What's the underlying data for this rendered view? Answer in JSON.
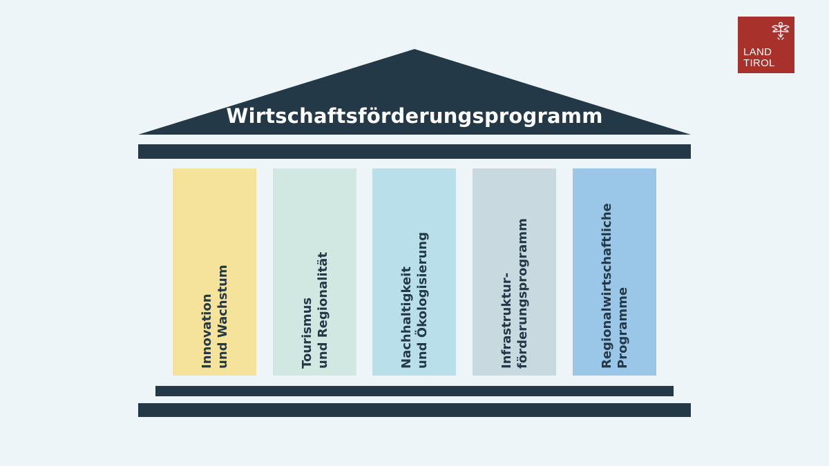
{
  "title": "Wirtschaftsförderungsprogramm",
  "colors": {
    "structure": "#233947",
    "background": "#eef5f9",
    "logo_red": "#a8312b"
  },
  "pillars": [
    {
      "line1": "Innovation",
      "line2": "und Wachstum",
      "color": "#f5e29b"
    },
    {
      "line1": "Tourismus",
      "line2": "und Regionalität",
      "color": "#d1e7e2"
    },
    {
      "line1": "Nachhaltigkeit",
      "line2": "und Ökologisierung",
      "color": "#b9e0ea"
    },
    {
      "line1": "Infrastruktur-",
      "line2": "förderungsprogramm",
      "color": "#c9d9e0"
    },
    {
      "line1": "Regionalwirtschaftliche",
      "line2": "Programme",
      "color": "#9ac7e8"
    }
  ],
  "logo": {
    "line1": "LAND",
    "line2": "TIROL",
    "emblem": "tyrolean-eagle-icon"
  }
}
